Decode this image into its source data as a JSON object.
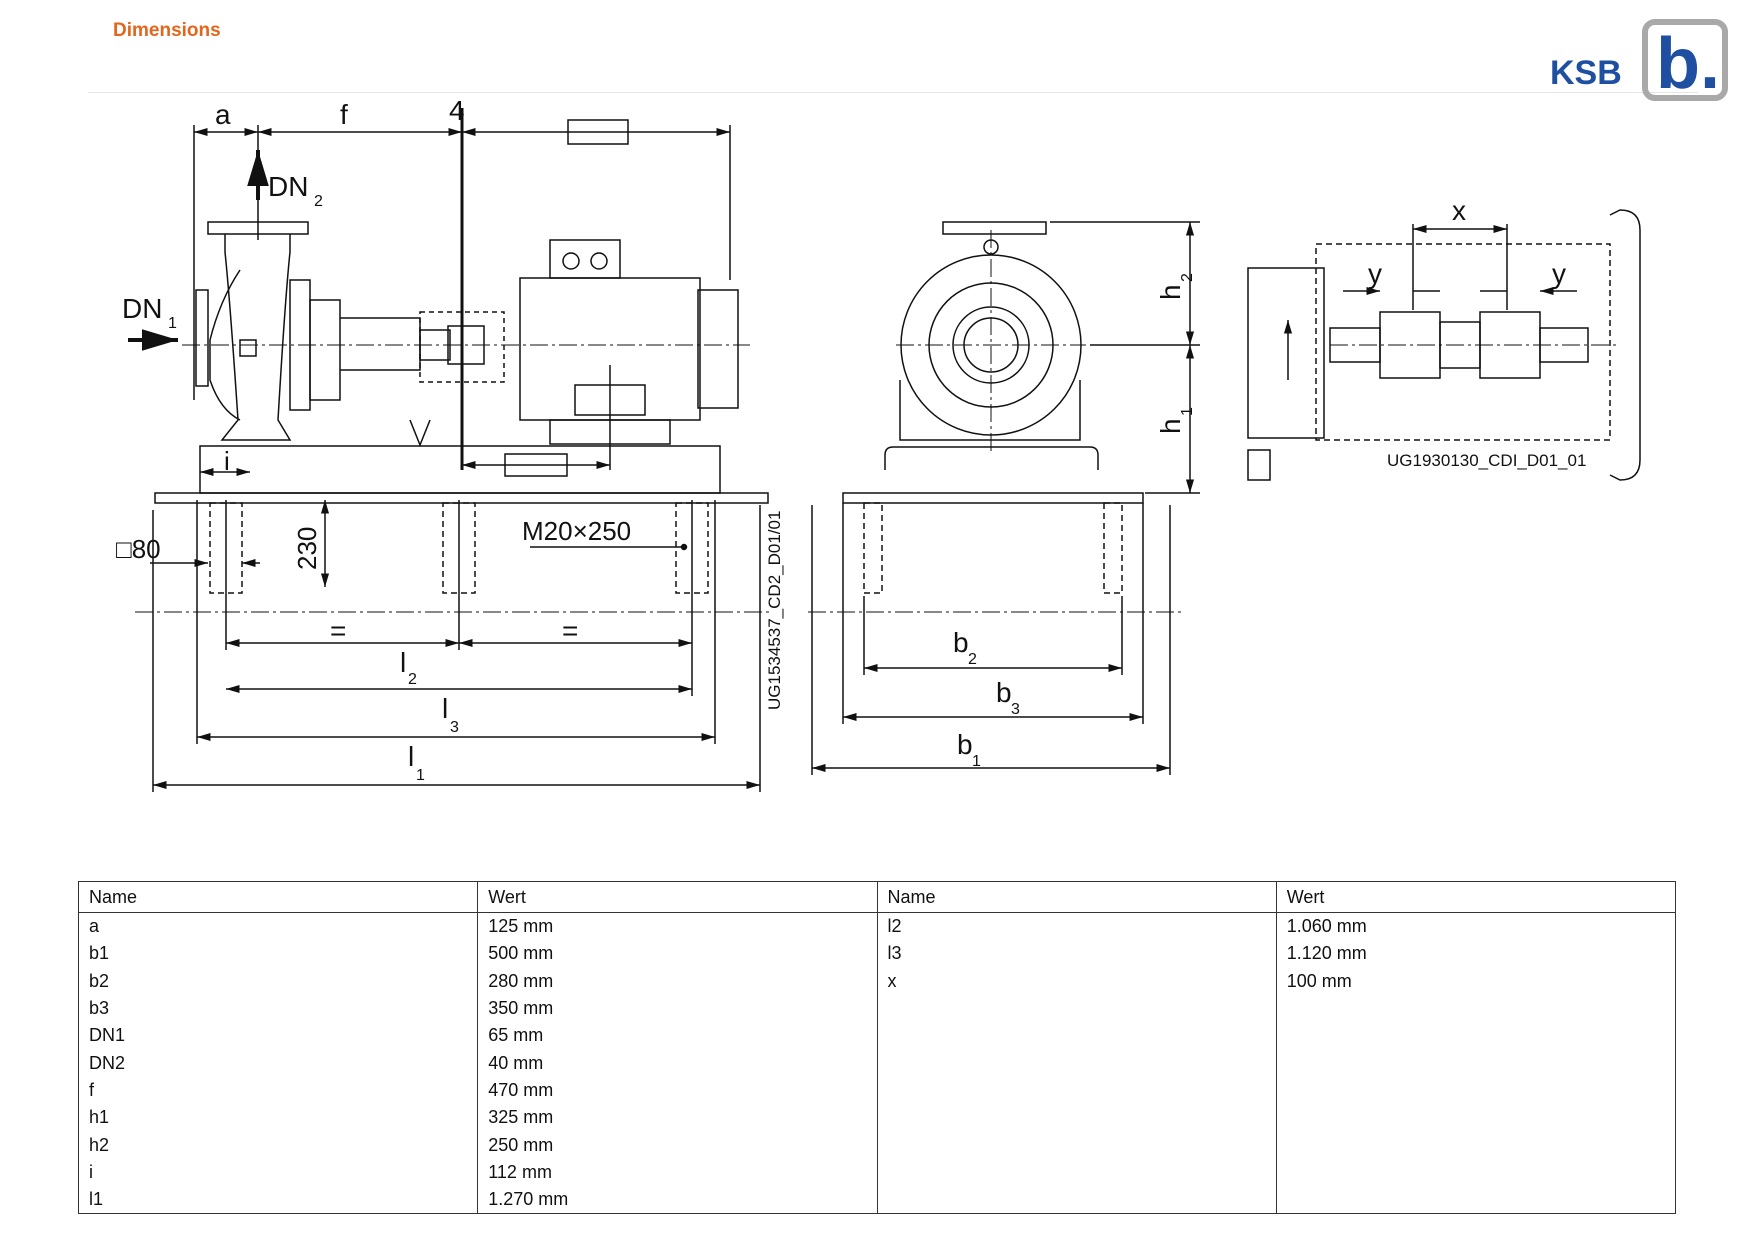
{
  "header": {
    "title": "Dimensions",
    "logo_text": "KSB",
    "logo_mark": "b."
  },
  "drawing": {
    "side_view": {
      "label_a": "a",
      "label_f": "f",
      "label_4": "4",
      "label_dn2": "DN",
      "label_dn2_sub": "2",
      "label_dn1": "DN",
      "label_dn1_sub": "1",
      "label_i": "i",
      "label_sq80": "□80",
      "label_230": "230",
      "label_bolt": "M20×250",
      "label_eq1": "=",
      "label_eq2": "=",
      "label_l2": "l",
      "label_l2_sub": "2",
      "label_l3": "l",
      "label_l3_sub": "3",
      "label_l1": "l",
      "label_l1_sub": "1",
      "code": "UG1534537_CD2_D01/01"
    },
    "front_view": {
      "label_h2": "h",
      "label_h2_sub": "2",
      "label_h1": "h",
      "label_h1_sub": "1",
      "label_b2": "b",
      "label_b2_sub": "2",
      "label_b3": "b",
      "label_b3_sub": "3",
      "label_b1": "b",
      "label_b1_sub": "1"
    },
    "coupling_view": {
      "label_x": "x",
      "label_y1": "y",
      "label_y2": "y",
      "code": "UG1930130_CDI_D01_01"
    }
  },
  "table": {
    "headers": [
      "Name",
      "Wert",
      "Name",
      "Wert"
    ],
    "left": [
      {
        "name": "a",
        "value": "125 mm"
      },
      {
        "name": "b1",
        "value": "500 mm"
      },
      {
        "name": "b2",
        "value": "280 mm"
      },
      {
        "name": "b3",
        "value": "350 mm"
      },
      {
        "name": "DN1",
        "value": "65 mm"
      },
      {
        "name": "DN2",
        "value": "40 mm"
      },
      {
        "name": "f",
        "value": "470 mm"
      },
      {
        "name": "h1",
        "value": "325 mm"
      },
      {
        "name": "h2",
        "value": "250 mm"
      },
      {
        "name": "i",
        "value": "112 mm"
      },
      {
        "name": "l1",
        "value": "1.270 mm"
      }
    ],
    "right": [
      {
        "name": "l2",
        "value": "1.060 mm"
      },
      {
        "name": "l3",
        "value": "1.120 mm"
      },
      {
        "name": "x",
        "value": "100 mm"
      },
      {
        "name": "",
        "value": ""
      },
      {
        "name": "",
        "value": ""
      },
      {
        "name": "",
        "value": ""
      },
      {
        "name": "",
        "value": ""
      },
      {
        "name": "",
        "value": ""
      },
      {
        "name": "",
        "value": ""
      },
      {
        "name": "",
        "value": ""
      },
      {
        "name": "",
        "value": ""
      }
    ]
  },
  "colors": {
    "title": "#e2661d",
    "logo_blue": "#1e4fa0",
    "logo_gray": "#a9a9a9"
  }
}
